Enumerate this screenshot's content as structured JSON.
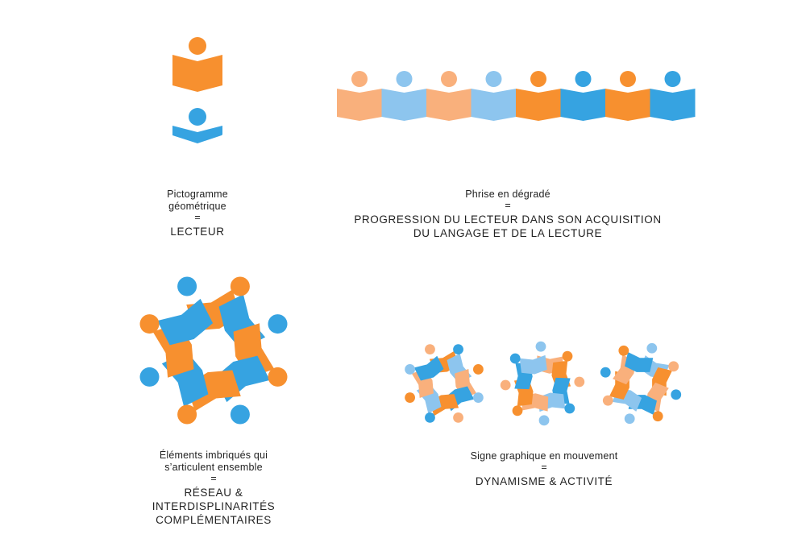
{
  "colors": {
    "orange": "#f7902f",
    "blue": "#36a3e1",
    "light_orange": "#f9b07c",
    "light_blue": "#8dc5ee"
  },
  "icons": [
    "reader-icon-orange",
    "reader-icon-blue",
    "reader-ring-icon"
  ],
  "blocks": {
    "pictogram": {
      "line1": "Pictogramme",
      "line2": "géométrique",
      "equals": "=",
      "meaning": "LECTEUR"
    },
    "phrase": {
      "line1": "Phrise en dégradé",
      "equals": "=",
      "meaning1": "PROGRESSION DU LECTEUR DANS SON ACQUISITION",
      "meaning2": "DU LANGAGE ET DE LA LECTURE"
    },
    "network": {
      "line1": "Éléments imbriqués qui",
      "line2": "s’articulent ensemble",
      "equals": "=",
      "meaning1": "RÉSEAU &",
      "meaning2": "INTERDISPLINARITÉS",
      "meaning3": "COMPLÉMENTAIRES"
    },
    "movement": {
      "line1": "Signe graphique en mouvement",
      "equals": "=",
      "meaning": "DYNAMISME & ACTIVITÉ"
    }
  }
}
